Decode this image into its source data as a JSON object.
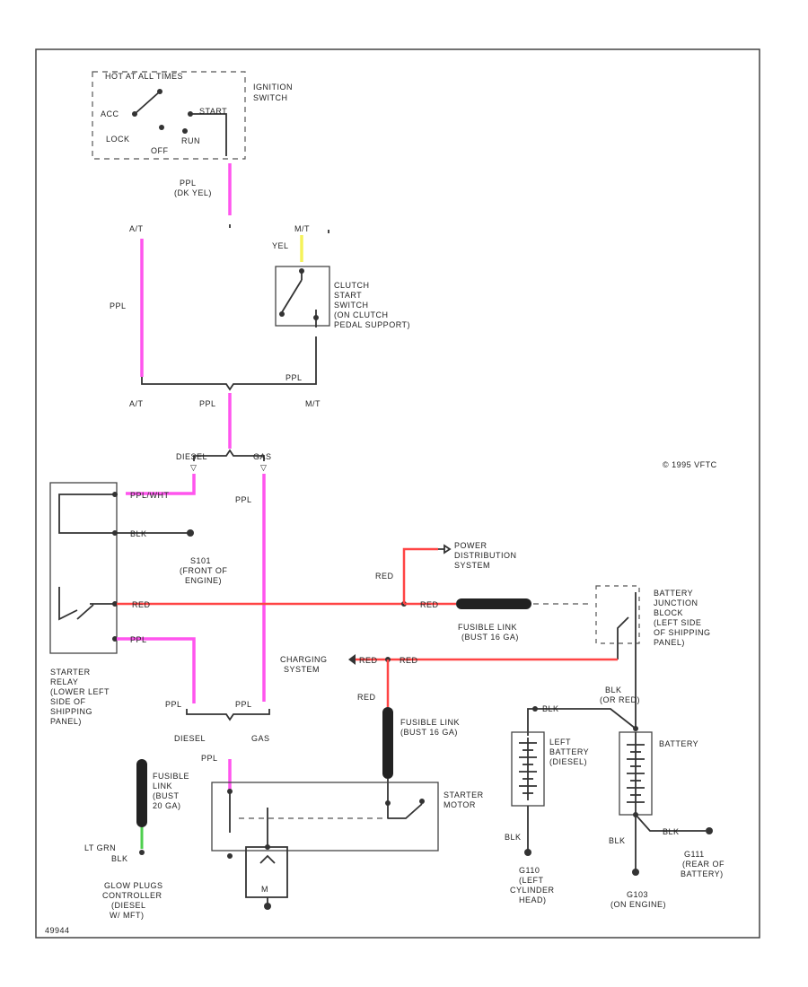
{
  "ignition_switch": {
    "header": "HOT AT ALL TIMES",
    "name": [
      "IGNITION",
      "SWITCH"
    ],
    "positions": {
      "acc": "ACC",
      "start": "START",
      "lock": "LOCK",
      "off": "OFF",
      "run": "RUN"
    }
  },
  "wires": {
    "ppl_dk_yel": [
      "PPL",
      "(DK YEL)"
    ],
    "ppl": "PPL",
    "yel": "YEL",
    "red": "RED",
    "ppl_wht": "PPL/WHT",
    "blk": "BLK",
    "blk_or_red": [
      "BLK",
      "(OR RED)"
    ],
    "lt_grn": "LT GRN",
    "lt_grn_blk": "BLK"
  },
  "transmission": {
    "at": "A/T",
    "mt": "M/T"
  },
  "clutch_switch": [
    "CLUTCH",
    "START",
    "SWITCH",
    "(ON CLUTCH",
    "PEDAL SUPPORT)"
  ],
  "engine": {
    "diesel": "DIESEL",
    "gas": "GAS"
  },
  "copyright": "© 1995 VFTC",
  "s101": [
    "S101",
    "(FRONT OF",
    "ENGINE)"
  ],
  "power_distribution": [
    "POWER",
    "DISTRIBUTION",
    "SYSTEM"
  ],
  "fusible_link_1": [
    "FUSIBLE LINK",
    "(BUST 16 GA)"
  ],
  "fusible_link_2": [
    "FUSIBLE LINK",
    "(BUST 16 GA)"
  ],
  "fusible_link_3": [
    "FUSIBLE",
    "LINK",
    "(BUST",
    "20 GA)"
  ],
  "battery_junction": [
    "BATTERY",
    "JUNCTION",
    "BLOCK",
    "(LEFT SIDE",
    "OF SHIPPING",
    "PANEL)"
  ],
  "charging_system": [
    "CHARGING",
    "SYSTEM"
  ],
  "starter_relay": [
    "STARTER",
    "RELAY",
    "(LOWER LEFT",
    "SIDE OF",
    "SHIPPING",
    "PANEL)"
  ],
  "left_battery": [
    "LEFT",
    "BATTERY",
    "(DIESEL)"
  ],
  "battery": "BATTERY",
  "starter_motor": [
    "STARTER",
    "MOTOR"
  ],
  "glow_plugs": [
    "GLOW PLUGS",
    "CONTROLLER",
    "(DIESEL",
    "W/ MFT)"
  ],
  "g110": [
    "G110",
    "(LEFT",
    "CYLINDER",
    "HEAD)"
  ],
  "g103": [
    "G103",
    "(ON ENGINE)"
  ],
  "g111": [
    "G111",
    "(REAR OF",
    "BATTERY)"
  ],
  "figure_id": "49944"
}
